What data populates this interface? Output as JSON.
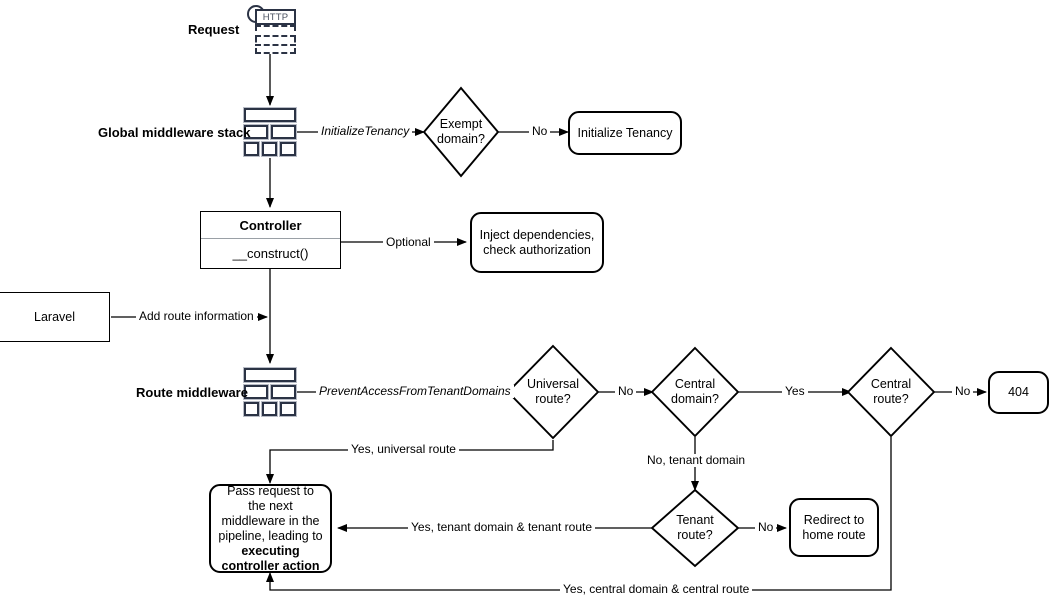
{
  "diagram": {
    "title": "Laravel multi-tenancy request lifecycle flowchart",
    "stroke_color": "#000000",
    "icon_color": "#2b3345"
  },
  "labels": {
    "request": "Request",
    "global_middleware_stack": "Global middleware stack",
    "route_middleware": "Route middleware"
  },
  "icons": {
    "http_label": "HTTP",
    "http_icon_name": "http-request-icon",
    "stack_icon_name": "middleware-stack-icon"
  },
  "nodes": {
    "exempt_domain": "Exempt\ndomain?",
    "exempt_domain_line1": "Exempt",
    "exempt_domain_line2": "domain?",
    "initialize_tenancy": "Initialize Tenancy",
    "controller_title": "Controller",
    "controller_method": "__construct()",
    "inject_deps_line1": "Inject dependencies,",
    "inject_deps_line2": "check authorization",
    "laravel": "Laravel",
    "universal_route_line1": "Universal",
    "universal_route_line2": "route?",
    "central_domain_line1": "Central",
    "central_domain_line2": "domain?",
    "central_route_line1": "Central",
    "central_route_line2": "route?",
    "not_found": "404",
    "tenant_route_line1": "Tenant",
    "tenant_route_line2": "route?",
    "redirect_home_line1": "Redirect to",
    "redirect_home_line2": "home route",
    "pass_request_part1": "Pass request to the next middleware in the pipeline, leading to ",
    "pass_request_part2": "executing controller action"
  },
  "edges": {
    "initialize_tenancy_mw": "InitializeTenancy",
    "exempt_no": "No",
    "optional": "Optional",
    "add_route_information": "Add route information",
    "prevent_access": "PreventAccessFromTenantDomains",
    "universal_no": "No",
    "central_domain_yes": "Yes",
    "central_route_no": "No",
    "yes_universal_route": "Yes, universal route",
    "no_tenant_domain": "No, tenant domain",
    "tenant_route_no": "No",
    "yes_tenant_domain_tenant_route": "Yes, tenant domain & tenant route",
    "yes_central_domain_central_route": "Yes, central domain & central route"
  }
}
